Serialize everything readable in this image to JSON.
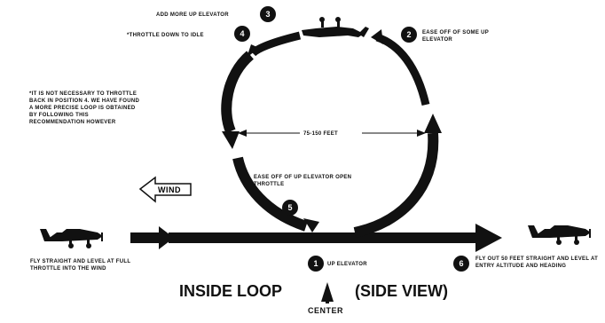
{
  "title_left": "INSIDE LOOP",
  "title_right": "(SIDE VIEW)",
  "center_label": "CENTER",
  "wind_label": "WIND",
  "diameter_label": "75-150 FEET",
  "steps": [
    {
      "number": "1",
      "text": "UP ELEVATOR"
    },
    {
      "number": "2",
      "text": "EASE OFF OF SOME UP ELEVATOR"
    },
    {
      "number": "3",
      "text": "ADD MORE UP ELEVATOR"
    },
    {
      "number": "4",
      "text": "*THROTTLE DOWN TO IDLE"
    },
    {
      "number": "5",
      "text": "EASE OFF OF UP ELEVATOR OPEN THROTTLE"
    },
    {
      "number": "6",
      "text": "FLY OUT 50 FEET STRAIGHT AND LEVEL AT ENTRY ALTITUDE AND HEADING"
    }
  ],
  "start_text": "FLY STRAIGHT AND LEVEL AT FULL THROTTLE INTO THE WIND",
  "footnote": "*IT IS NOT NECESSARY TO THROTTLE BACK IN POSITION 4. WE HAVE FOUND A MORE PRECISE LOOP IS OBTAINED BY FOLLOWING THIS RECOMMENDATION HOWEVER",
  "colors": {
    "ink": "#111111",
    "background": "#ffffff"
  }
}
